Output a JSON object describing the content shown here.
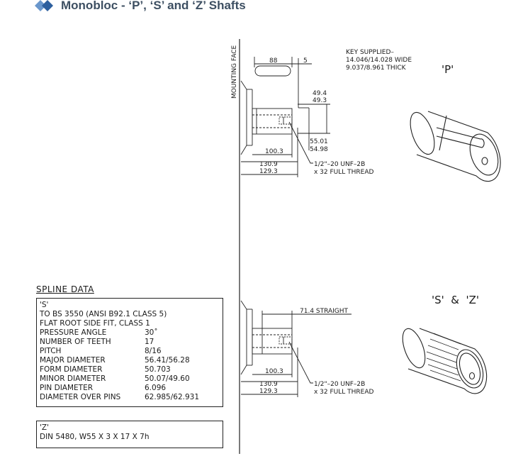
{
  "header": {
    "title": "Monobloc - ‘P’, ‘S’ and ‘Z’ Shafts",
    "logo_color": "#3f73b6",
    "title_color": "#3d4f62"
  },
  "drawing_p": {
    "mounting_face": "MOUNTING FACE",
    "dim_88": "88",
    "dim_5": "5",
    "key_note": [
      "KEY SUPPLIED–",
      "14.046/14.028 WIDE",
      "9.037/8.961 THICK"
    ],
    "dim_49_4": "49.4",
    "dim_49_3": "49.3",
    "dim_55_01": "55.01",
    "dim_54_98": "54.98",
    "dim_100_3": "100.3",
    "dim_130_9": "130.9",
    "dim_129_3": "129.3",
    "thread_1": "1/2\"–20 UNF–2B",
    "thread_2": "x 32 FULL THREAD",
    "label": "'P'"
  },
  "drawing_sz": {
    "straight": "71.4 STRAIGHT",
    "dim_100_3": "100.3",
    "dim_130_9": "130.9",
    "dim_129_3": "129.3",
    "thread_1": "1/2\"–20 UNF–2B",
    "thread_2": "x 32 FULL THREAD",
    "label": "'S'  &  'Z'"
  },
  "spline": {
    "title": "SPLINE DATA",
    "s_label": "'S'",
    "s_line1": "TO BS 3550 (ANSI B92.1 CLASS 5)",
    "s_line2": "FLAT ROOT SIDE FIT, CLASS 1",
    "rows": [
      {
        "k": "PRESSURE ANGLE",
        "v": "30˚"
      },
      {
        "k": "NUMBER OF TEETH",
        "v": "17"
      },
      {
        "k": "PITCH",
        "v": "8/16"
      },
      {
        "k": "MAJOR DIAMETER",
        "v": "56.41/56.28"
      },
      {
        "k": "FORM DIAMETER",
        "v": "50.703"
      },
      {
        "k": "MINOR DIAMETER",
        "v": "50.07/49.60"
      },
      {
        "k": "PIN DIAMETER",
        "v": "6.096"
      },
      {
        "k": "DIAMETER OVER PINS",
        "v": "62.985/62.931"
      }
    ],
    "z_label": "'Z'",
    "z_line": "DIN 5480, W55 X 3 X 17 X 7h"
  }
}
